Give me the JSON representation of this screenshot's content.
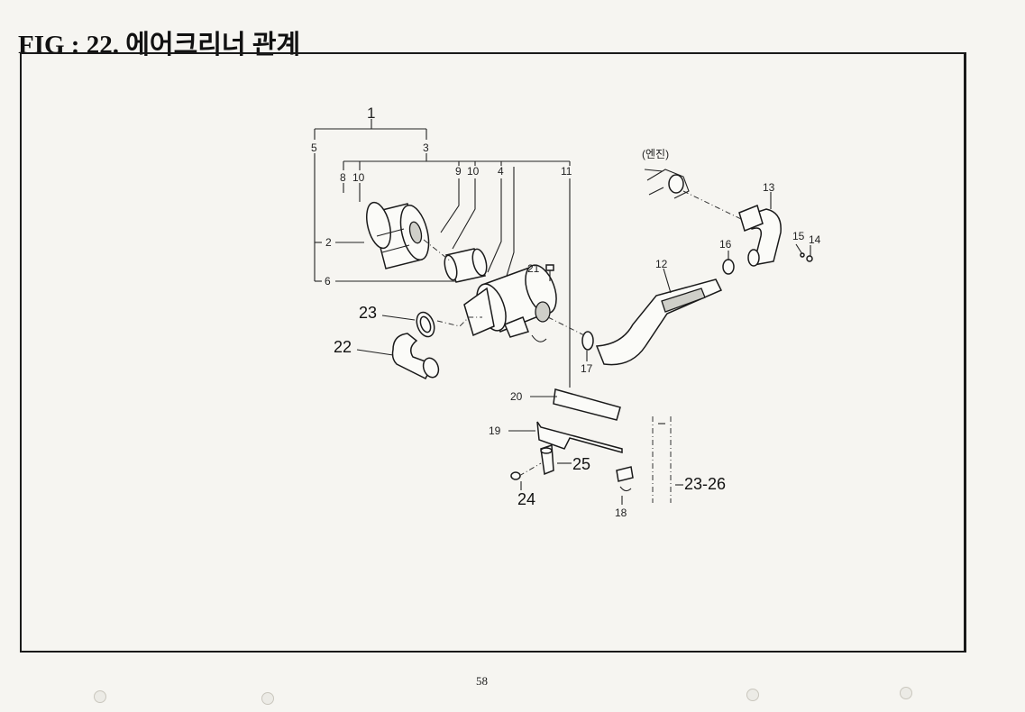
{
  "figure": {
    "title": "FIG : 22.  에어크리너 관계",
    "page_number": "58",
    "engine_note": "(엔진)"
  },
  "labels": {
    "l1": "1",
    "l2": "2",
    "l3": "3",
    "l4": "4",
    "l5": "5",
    "l6": "6",
    "l8": "8",
    "l9": "9",
    "l10a": "10",
    "l10b": "10",
    "l11": "11",
    "l12": "12",
    "l13": "13",
    "l14": "14",
    "l15": "15",
    "l16": "16",
    "l17": "17",
    "l18": "18",
    "l19": "19",
    "l20": "20",
    "l21": "21",
    "l22": "22",
    "l23": "23",
    "l24": "24",
    "l25": "25",
    "l2326": "23-26"
  }
}
